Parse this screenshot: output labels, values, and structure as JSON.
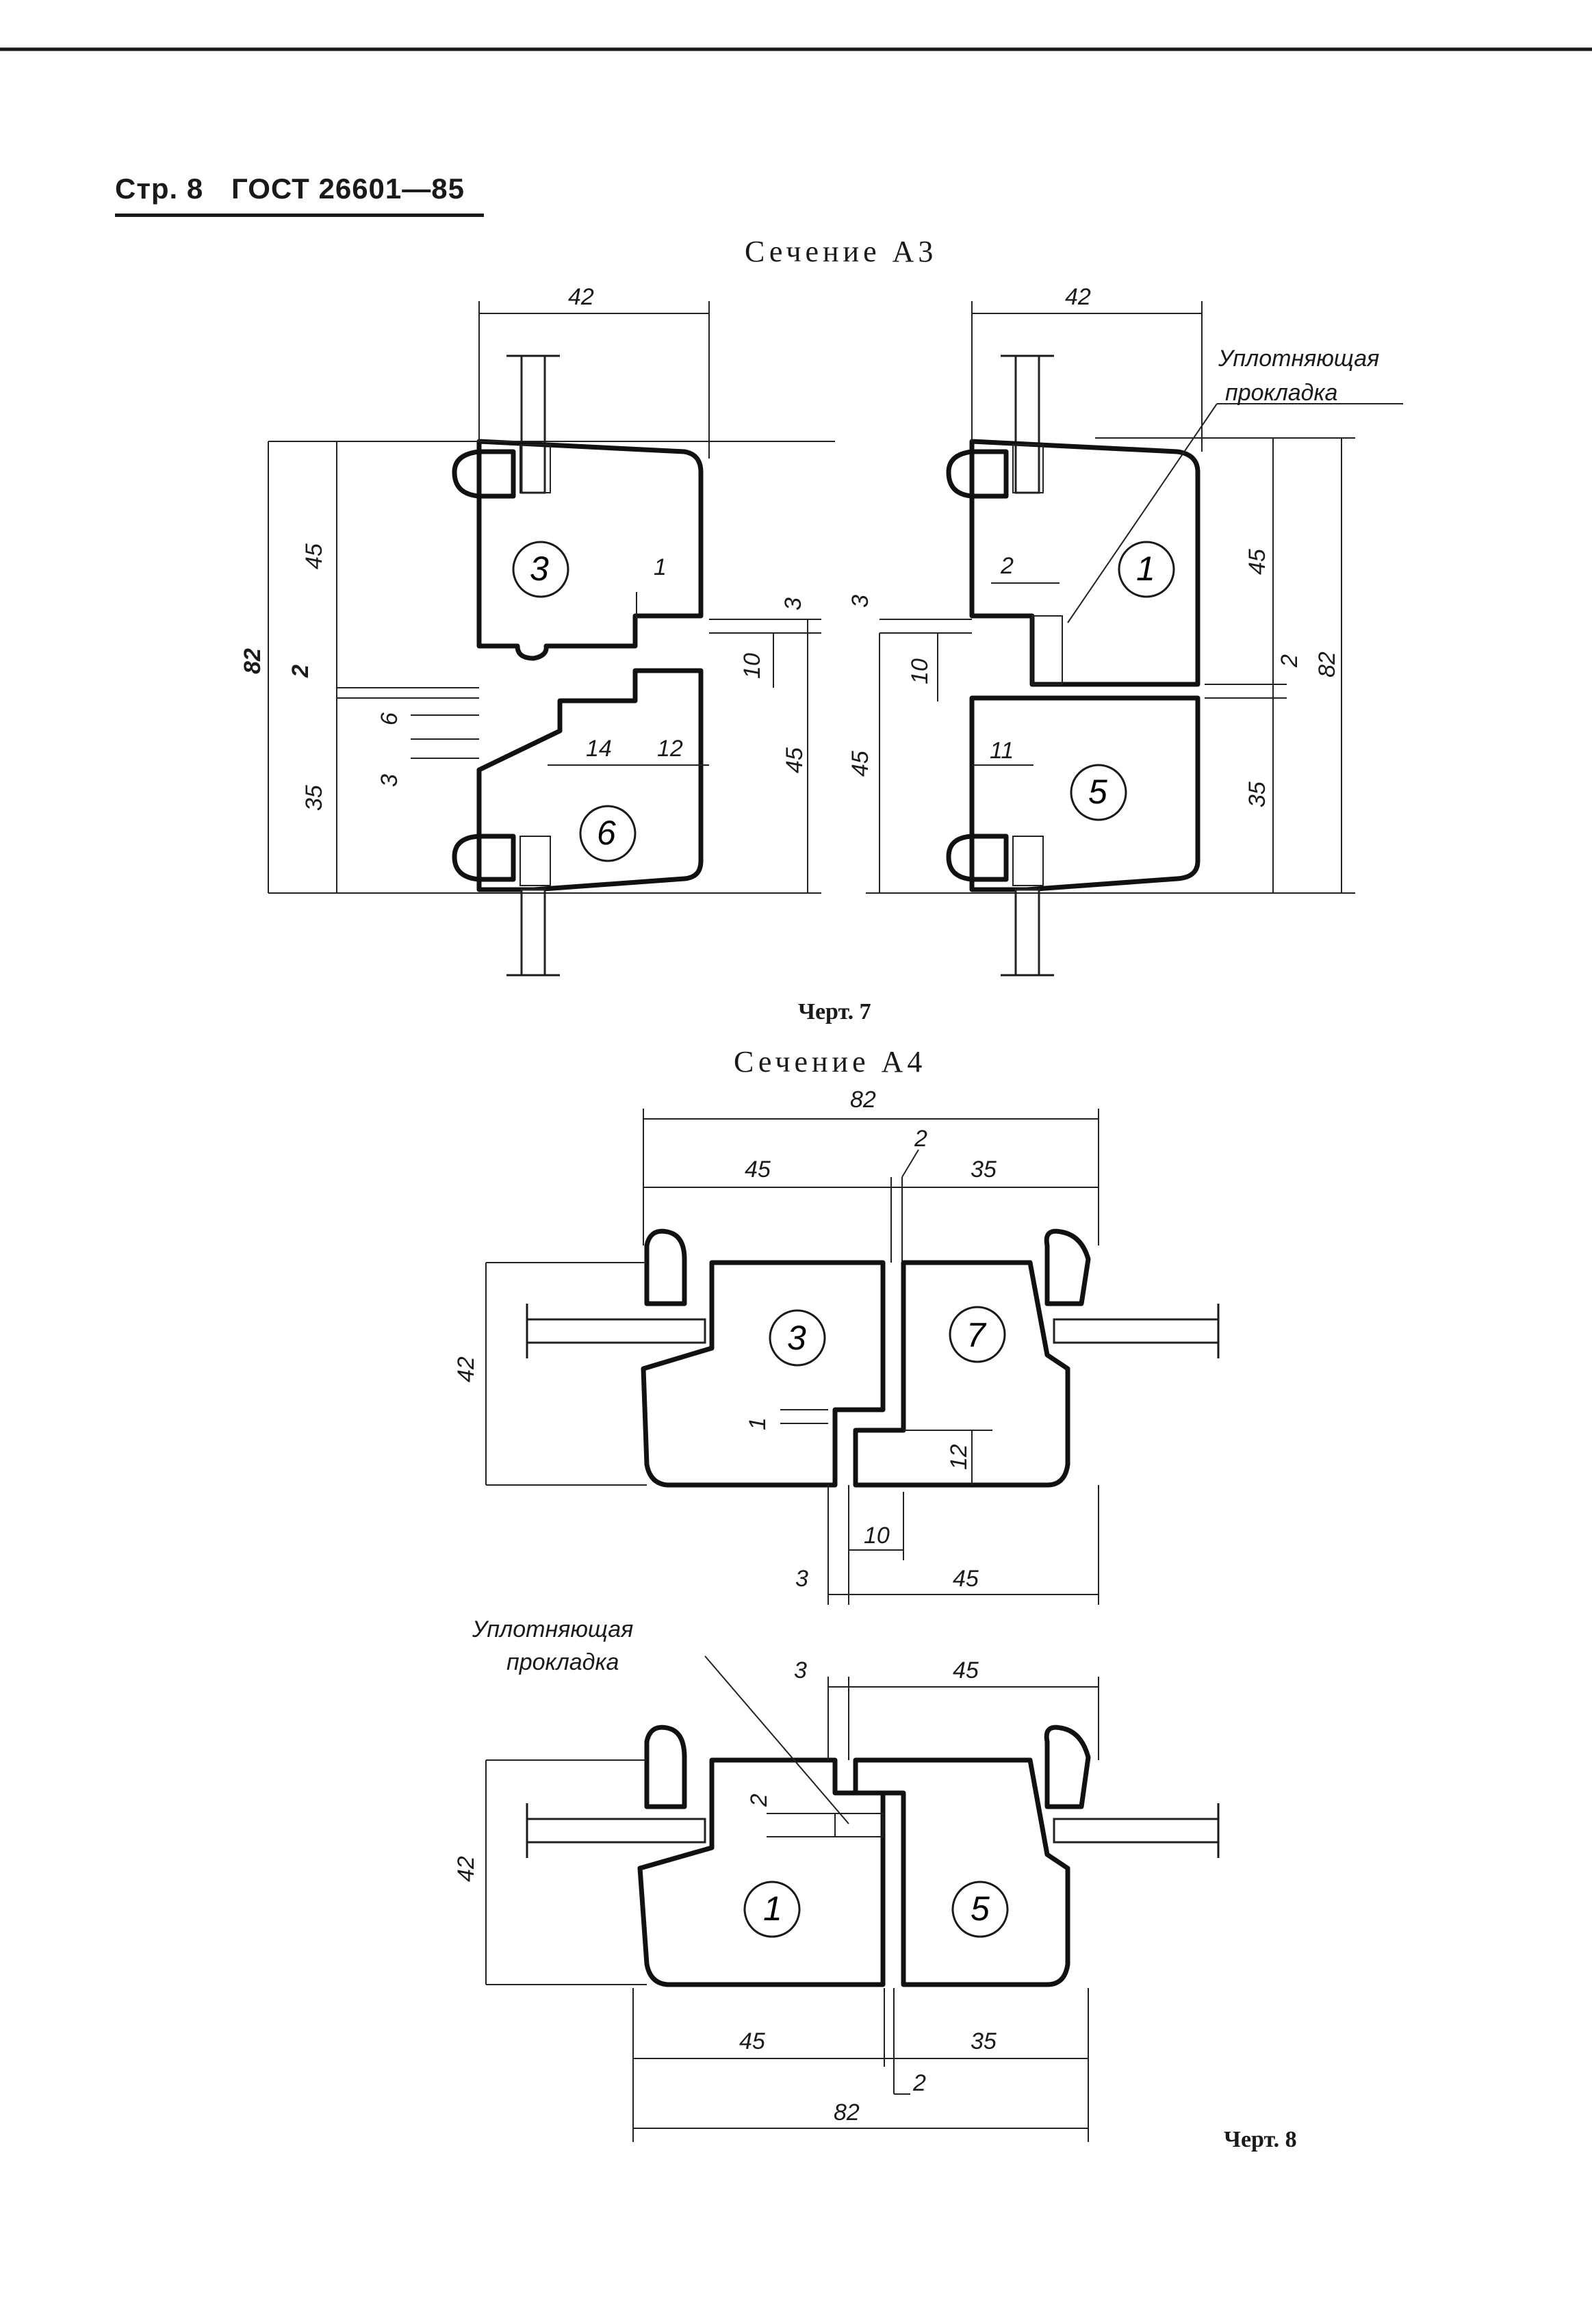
{
  "header": {
    "page_label": "Стр. 8",
    "standard": "ГОСТ 26601—85"
  },
  "figure7": {
    "section_title": "Сечение А3",
    "caption": "Черт. 7",
    "left": {
      "width": "42",
      "top_height": "45",
      "bottom_height": "35",
      "total": "82",
      "gap": "2",
      "offset": "1",
      "d3": "3",
      "d10": "10",
      "d45": "45",
      "d6": "6",
      "d3b": "3",
      "d14": "14",
      "d12": "12",
      "profile_top": "3",
      "profile_bottom": "6"
    },
    "right": {
      "width": "42",
      "seal_label": [
        "Уплотняющая",
        "прокладка"
      ],
      "top_height": "45",
      "bottom_height": "35",
      "total": "82",
      "gap": "2",
      "d2": "2",
      "d3": "3",
      "d10": "10",
      "d45": "45",
      "d11": "11",
      "profile_top": "1",
      "profile_bottom": "5"
    }
  },
  "figure8": {
    "section_title": "Сечение А4",
    "caption": "Черт. 8",
    "upper": {
      "total": "82",
      "gap": "2",
      "left_w": "45",
      "right_w": "35",
      "height": "42",
      "d1": "1",
      "d12": "12",
      "d10": "10",
      "d3": "3",
      "d45": "45",
      "profile_left": "3",
      "profile_right": "7"
    },
    "lower": {
      "seal_label": [
        "Уплотняющая",
        "прокладка"
      ],
      "d3": "3",
      "d45_top": "45",
      "d2": "2",
      "height": "42",
      "left_w": "45",
      "right_w": "35",
      "gap": "2",
      "total": "82",
      "profile_left": "1",
      "profile_right": "5"
    }
  }
}
